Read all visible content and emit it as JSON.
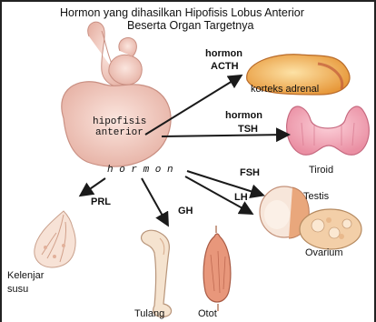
{
  "title": {
    "line1": "Hormon yang dihasilkan Hipofisis Lobus Anterior",
    "line2": "Beserta Organ Targetnya"
  },
  "source_gland": {
    "label_line1": "hipofisis",
    "label_line2": "anterior",
    "hormone_word": "h o r m o n"
  },
  "hormones": {
    "acth": {
      "line1": "hormon",
      "line2": "ACTH"
    },
    "tsh": {
      "line1": "hormon",
      "line2": "TSH"
    },
    "fsh": "FSH",
    "lh": "LH",
    "prl": "PRL",
    "gh": "GH"
  },
  "targets": {
    "adrenal_cortex": "korteks adrenal",
    "thyroid": "Tiroid",
    "testis": "Testis",
    "ovary": "Ovarium",
    "mammary_line1": "Kelenjar",
    "mammary_line2": "susu",
    "bone": "Tulang",
    "muscle": "Otot"
  },
  "colors": {
    "gland": "#f3cfc4",
    "adrenal": "#f0b24a",
    "thyroid": "#f4a3b3",
    "testis": "#f6dcc8",
    "ovary": "#f0c8a0",
    "muscle": "#e79a7e",
    "bone": "#f3ddc7",
    "arrow": "#1a1a1a"
  }
}
